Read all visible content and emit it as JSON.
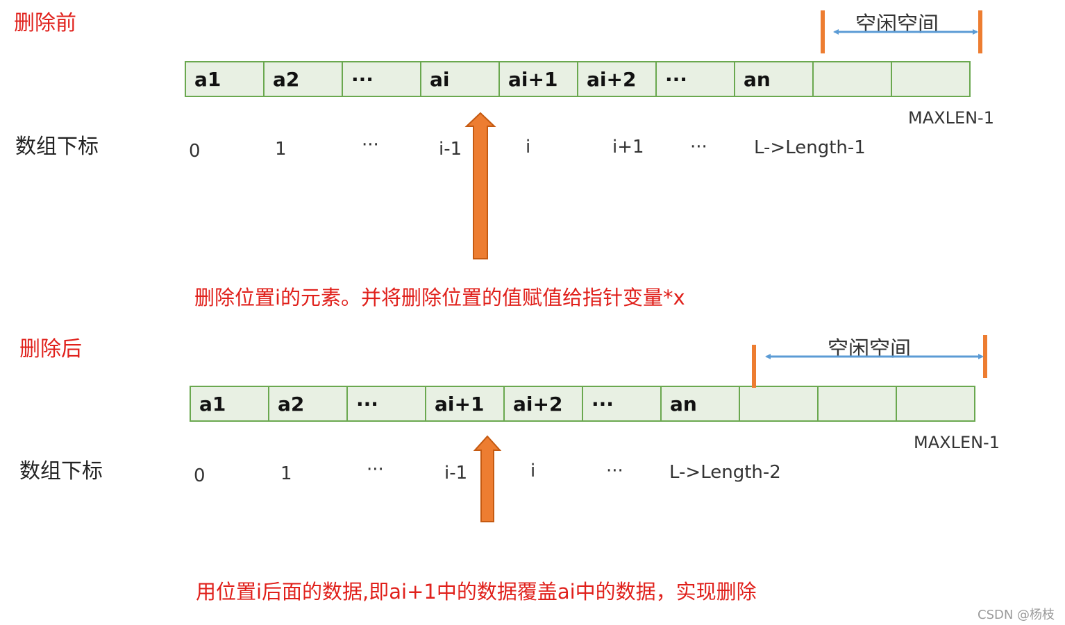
{
  "before": {
    "title": "删除前",
    "free_space_label": "空闲空间",
    "cells": [
      "a1",
      "a2",
      "···",
      "ai",
      "ai+1",
      "ai+2",
      "···",
      "an",
      "",
      ""
    ],
    "maxlen_label": "MAXLEN-1",
    "index_row_label": "数组下标",
    "indices": [
      "0",
      "1",
      "···",
      "i-1",
      "i",
      "i+1",
      "···",
      "L->Length-1"
    ],
    "note": "删除位置i的元素。并将删除位置的值赋值给指针变量*x"
  },
  "after": {
    "title": "删除后",
    "free_space_label": "空闲空间",
    "cells": [
      "a1",
      "a2",
      "···",
      "ai+1",
      "ai+2",
      "···",
      "an",
      "",
      "",
      ""
    ],
    "maxlen_label": "MAXLEN-1",
    "index_row_label": "数组下标",
    "indices": [
      "0",
      "1",
      "···",
      "i-1",
      "i",
      "···",
      "L->Length-2"
    ],
    "note": "用位置i后面的数据,即ai+1中的数据覆盖ai中的数据，实现删除"
  },
  "watermark": "CSDN @杨枝",
  "colors": {
    "title_red": "#e0201b",
    "cell_fill": "#e8f0e3",
    "cell_border": "#6aa84f",
    "arrow_orange": "#ed7d31",
    "span_blue": "#5b9bd5",
    "marker_orange": "#ed7d31"
  }
}
